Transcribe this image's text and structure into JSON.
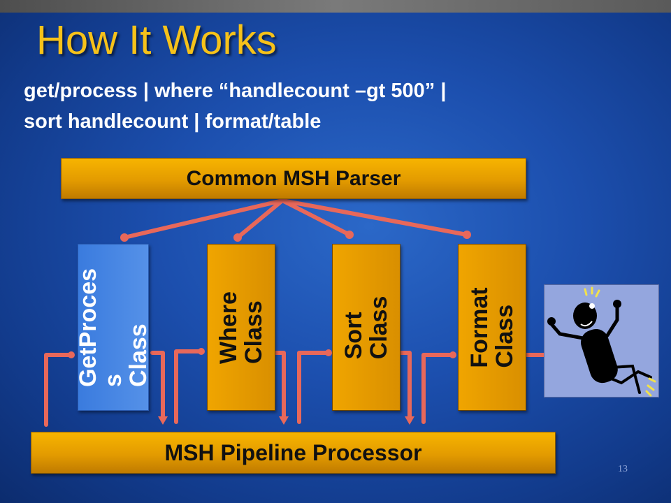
{
  "slide": {
    "title": "How It Works",
    "page_number": "13"
  },
  "command": {
    "line1": "get/process | where “handlecount –gt 500” |",
    "line2": "sort handlecount | format/table"
  },
  "diagram": {
    "parser_label": "Common MSH Parser",
    "pipeline_label": "MSH Pipeline Processor",
    "classes": [
      {
        "name": "getprocess",
        "label": "GetProces\ns\nClass",
        "color": "#3a7bde"
      },
      {
        "name": "where",
        "label": "Where\nClass",
        "color": "#f0a500"
      },
      {
        "name": "sort",
        "label": "Sort\nClass",
        "color": "#f0a500"
      },
      {
        "name": "format",
        "label": "Format\nClass",
        "color": "#f0a500"
      }
    ],
    "connector_color": "#e8685a",
    "clipart_icon": "excited-stick-figure-icon"
  }
}
